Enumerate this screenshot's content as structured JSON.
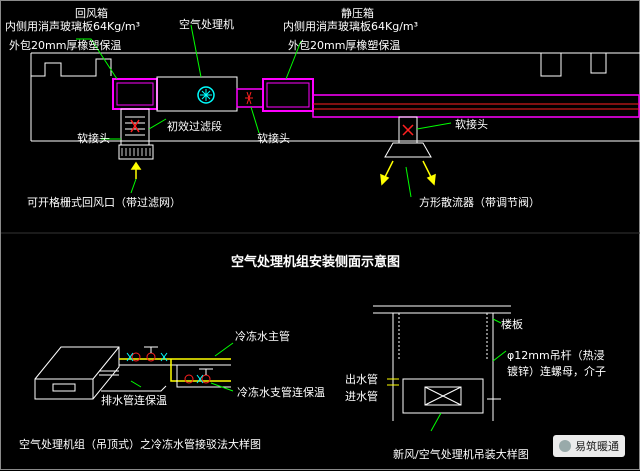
{
  "labels": {
    "return_box": "回风箱",
    "return_box_spec": "内侧用消声玻璃板64Kg/m³",
    "return_box_insul": "外包20mm厚橡塑保温",
    "ahu": "空气处理机",
    "plenum": "静压箱",
    "plenum_spec": "内侧用消声玻璃板64Kg/m³",
    "plenum_insul": "外包20mm厚橡塑保温",
    "flex_left": "软接头",
    "prefilter": "初效过滤段",
    "flex_mid": "软接头",
    "flex_right": "软接头",
    "return_grille": "可开格栅式回风口（带过滤网）",
    "diffuser": "方形散流器（带调节阀）",
    "main_title": "空气处理机组安装侧面示意图",
    "chw_main": "冷冻水主管",
    "drain": "排水管连保温",
    "chw_branch": "冷冻水支管连保温",
    "bottom_left_title": "空气处理机组（吊顶式）之冷冻水管接驳法大样图",
    "floor_slab": "楼板",
    "hanger_rod": "φ12mm吊杆（热浸",
    "hanger_rod2": "镀锌）连螺母，介子",
    "outlet_pipe": "出水管",
    "inlet_pipe": "进水管",
    "bottom_right_title": "新风/空气处理机吊装大样图"
  },
  "watermark": {
    "text": "易筑暖通",
    "icon": "wechat-icon"
  },
  "colors": {
    "line": "#ffffff",
    "magenta": "#ff00ff",
    "red": "#ff2020",
    "yellow": "#ffff00",
    "cyan": "#00ffff",
    "green": "#00ff00"
  }
}
